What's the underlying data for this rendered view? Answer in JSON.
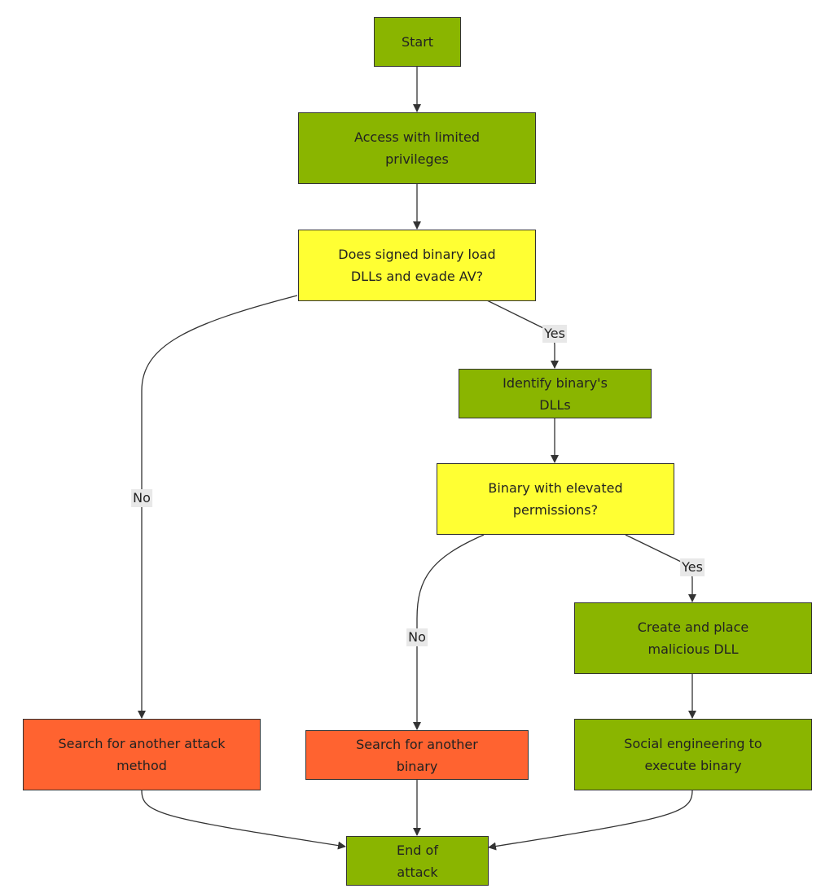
{
  "colors": {
    "process": "#8ab500",
    "decision": "#ffff33",
    "terminal_fail": "#ff6330",
    "edge": "#333333",
    "label_bg": "#e8e8e8"
  },
  "nodes": {
    "start": {
      "label": "Start",
      "kind": "process"
    },
    "access": {
      "label": "Access with limited privileges",
      "kind": "process"
    },
    "signed_binary_check": {
      "label": "Does signed binary load DLLs and evade AV?",
      "kind": "decision"
    },
    "identify_dlls": {
      "label": "Identify binary's DLLs",
      "kind": "process"
    },
    "elevated_check": {
      "label": "Binary with elevated permissions?",
      "kind": "decision"
    },
    "search_method": {
      "label": "Search for another attack method",
      "kind": "terminal_fail"
    },
    "search_binary": {
      "label": "Search for another binary",
      "kind": "terminal_fail"
    },
    "create_dll": {
      "label": "Create and place malicious DLL",
      "kind": "process"
    },
    "social_engineering": {
      "label": "Social engineering to execute binary",
      "kind": "process"
    },
    "end": {
      "label": "End of attack",
      "kind": "process"
    }
  },
  "edges": [
    {
      "from": "start",
      "to": "access",
      "label": ""
    },
    {
      "from": "access",
      "to": "signed_binary_check",
      "label": ""
    },
    {
      "from": "signed_binary_check",
      "to": "identify_dlls",
      "label": "Yes"
    },
    {
      "from": "signed_binary_check",
      "to": "search_method",
      "label": "No"
    },
    {
      "from": "identify_dlls",
      "to": "elevated_check",
      "label": ""
    },
    {
      "from": "elevated_check",
      "to": "search_binary",
      "label": "No"
    },
    {
      "from": "elevated_check",
      "to": "create_dll",
      "label": "Yes"
    },
    {
      "from": "create_dll",
      "to": "social_engineering",
      "label": ""
    },
    {
      "from": "search_method",
      "to": "end",
      "label": ""
    },
    {
      "from": "search_binary",
      "to": "end",
      "label": ""
    },
    {
      "from": "social_engineering",
      "to": "end",
      "label": ""
    }
  ]
}
